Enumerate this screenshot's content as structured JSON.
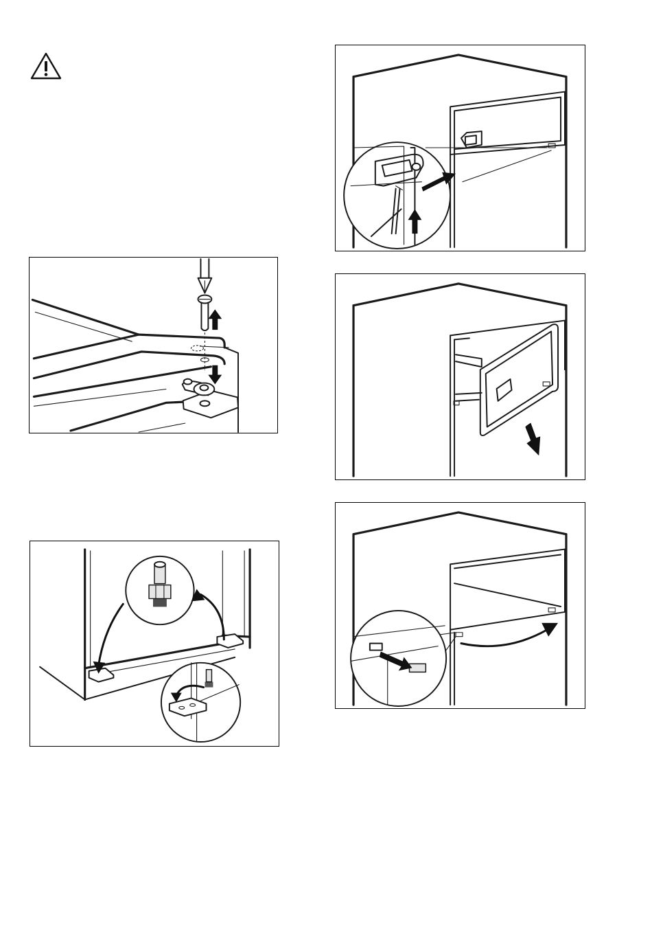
{
  "page": {
    "warning_icon": "warning-triangle-icon",
    "figures": [
      {
        "id": "door-hinge-screw",
        "icon": "screwdriver-icon"
      },
      {
        "id": "hinge-pin-transfer",
        "icon": "hinge-pin-icon"
      },
      {
        "id": "freezer-door-lift",
        "icon": "screwdriver-icon"
      },
      {
        "id": "freezer-door-remove",
        "icon": "door-arrow-icon"
      },
      {
        "id": "hole-cover-relocate",
        "icon": "cover-cap-icon"
      }
    ]
  }
}
